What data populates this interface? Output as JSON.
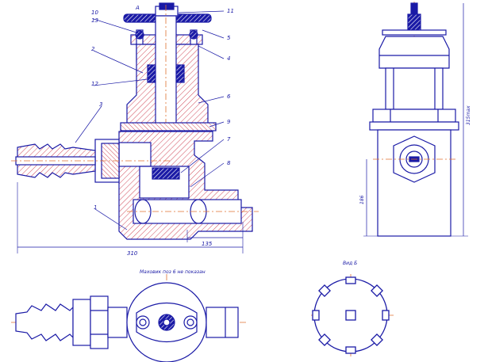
{
  "drawing": {
    "section_mark": "A",
    "leader_numbers": [
      "10",
      "13",
      "2",
      "12",
      "3",
      "1",
      "11",
      "5",
      "4",
      "6",
      "9",
      "7",
      "8"
    ],
    "dimensions": {
      "overall_width": "310",
      "outlet_length": "135",
      "side_height": "186",
      "side_total_height": "315max"
    },
    "bottom_view_caption": "Маховик поз 6 не показан",
    "detail_caption": "Вид Б"
  },
  "colors": {
    "line": "#1a1aa6",
    "hatch": "#d04a5a",
    "center": "#e07030",
    "background": "#ffffff"
  }
}
